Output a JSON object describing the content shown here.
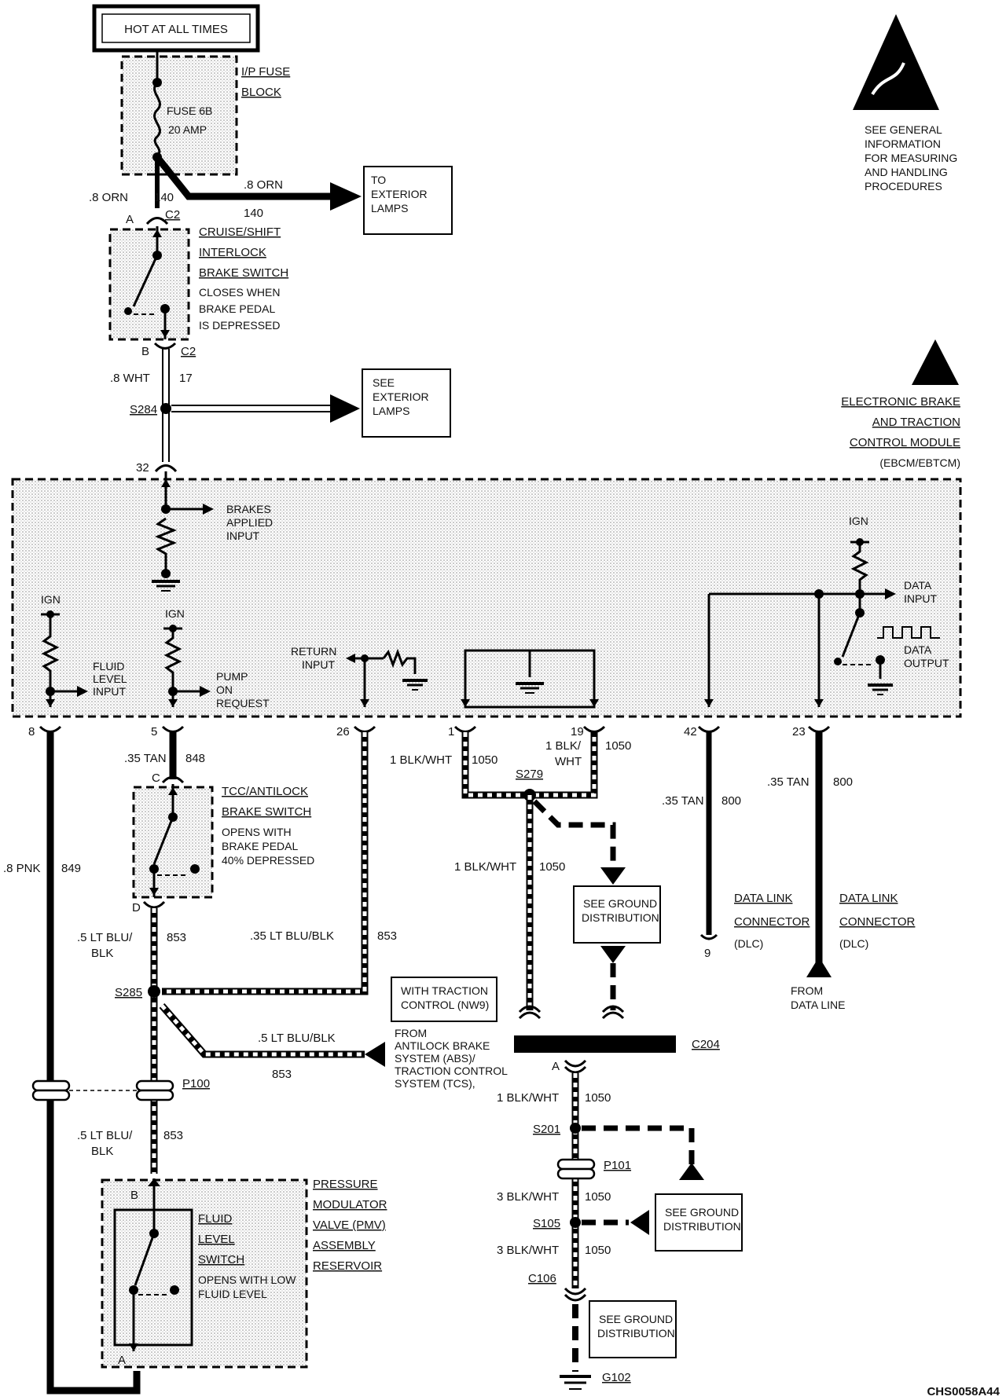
{
  "hot_box": "HOT AT ALL TIMES",
  "fuse_block": {
    "title1": "I/P FUSE",
    "title2": "BLOCK",
    "fuse": "FUSE 6B",
    "amp": "20 AMP"
  },
  "esd_note": [
    "SEE GENERAL",
    "INFORMATION",
    "FOR MEASURING",
    "AND HANDLING",
    "PROCEDURES"
  ],
  "wire_orn_left": {
    "gauge": ".8 ORN",
    "circuit": "140"
  },
  "wire_orn_right": {
    "gauge": ".8 ORN",
    "circuit": "140"
  },
  "ext_lamps_box": [
    "TO",
    "EXTERIOR",
    "LAMPS"
  ],
  "see_ext_lamps_box": [
    "SEE",
    "EXTERIOR",
    "LAMPS"
  ],
  "c2_top": {
    "pin": "A",
    "conn": "C2"
  },
  "c2_bottom": {
    "pin": "B",
    "conn": "C2"
  },
  "cruise_switch": [
    "CRUISE/SHIFT",
    "INTERLOCK",
    "BRAKE SWITCH",
    "CLOSES WHEN",
    "BRAKE PEDAL",
    "IS DEPRESSED"
  ],
  "wire_wht": {
    "gauge": ".8 WHT",
    "circuit": "17"
  },
  "s284": "S284",
  "module": [
    "ELECTRONIC BRAKE",
    "AND TRACTION",
    "CONTROL MODULE",
    "(EBCM/EBTCM)"
  ],
  "pin32": "32",
  "brakes_applied": [
    "BRAKES",
    "APPLIED",
    "INPUT"
  ],
  "ign": "IGN",
  "fluid_level_input": [
    "FLUID",
    "LEVEL",
    "INPUT"
  ],
  "pump_request": [
    "PUMP",
    "ON",
    "REQUEST"
  ],
  "return_input": [
    "RETURN",
    "INPUT"
  ],
  "data_input": [
    "DATA",
    "INPUT"
  ],
  "data_output": [
    "DATA",
    "OUTPUT"
  ],
  "pins": {
    "p8": "8",
    "p5": "5",
    "p26": "26",
    "p1": "1",
    "p19": "19",
    "p42": "42",
    "p23": "23"
  },
  "wire_tan_848": {
    "gauge": ".35 TAN",
    "circuit": "848"
  },
  "wire_blk_1": {
    "gauge": "1 BLK/WHT",
    "circuit": "1050"
  },
  "wire_blk_19": {
    "gauge1": "1 BLK/",
    "gauge2": "WHT",
    "circuit": "1050"
  },
  "s279": "S279",
  "wire_tan_42": {
    "gauge": ".35 TAN",
    "circuit": "800"
  },
  "wire_tan_23": {
    "gauge": ".35 TAN",
    "circuit": "800"
  },
  "tcc_switch": [
    "TCC/ANTILOCK",
    "BRAKE SWITCH",
    "OPENS WITH",
    "BRAKE PEDAL",
    "40% DEPRESSED"
  ],
  "c_pin": "C",
  "d_pin": "D",
  "wire_pnk": {
    "gauge": ".8 PNK",
    "circuit": "849"
  },
  "wire_blk_main": {
    "gauge": "1 BLK/WHT",
    "circuit": "1050"
  },
  "see_ground_1": [
    "SEE GROUND",
    "DISTRIBUTION"
  ],
  "dlc_left": [
    "DATA LINK",
    "CONNECTOR",
    "(DLC)"
  ],
  "dlc_right": [
    "DATA LINK",
    "CONNECTOR",
    "(DLC)"
  ],
  "dlc_pin": "9",
  "from_data_line": [
    "FROM",
    "DATA LINE"
  ],
  "wire_ltblu_853_top": {
    "gauge1": ".5 LT BLU/",
    "gauge2": "BLK",
    "circuit": "853"
  },
  "wire_ltblu_26": {
    "gauge": ".35 LT BLU/BLK",
    "circuit": "853"
  },
  "s285": "S285",
  "traction_box": [
    "WITH TRACTION",
    "CONTROL (NW9)"
  ],
  "wire_ltblu_from": {
    "gauge": ".5 LT BLU/BLK",
    "circuit": "853"
  },
  "from_abs": [
    "FROM",
    "ANTILOCK BRAKE",
    "SYSTEM (ABS)/",
    "TRACTION CONTROL",
    "SYSTEM (TCS),"
  ],
  "c204": "C204",
  "c204_pin": "A",
  "p100": "P100",
  "wire_blk_1050_b": {
    "gauge": "1 BLK/WHT",
    "circuit": "1050"
  },
  "s201": "S201",
  "wire_ltblu_853_bot": {
    "gauge1": ".5 LT BLU/",
    "gauge2": "BLK",
    "circuit": "853"
  },
  "p101": "P101",
  "wire_blk3_a": {
    "gauge": "3 BLK/WHT",
    "circuit": "1050"
  },
  "see_ground_2": [
    "SEE GROUND",
    "DISTRIBUTION"
  ],
  "s105": "S105",
  "wire_blk3_b": {
    "gauge": "3 BLK/WHT",
    "circuit": "1050"
  },
  "c106": "C106",
  "see_ground_3": [
    "SEE GROUND",
    "DISTRIBUTION"
  ],
  "g102": "G102",
  "pmv": [
    "PRESSURE",
    "MODULATOR",
    "VALVE (PMV)",
    "ASSEMBLY",
    "RESERVOIR"
  ],
  "fluid_switch": [
    "FLUID",
    "LEVEL",
    "SWITCH",
    "OPENS WITH LOW",
    "FLUID LEVEL"
  ],
  "pmv_b": "B",
  "pmv_a": "A",
  "doc_id": "CHS0058A44"
}
